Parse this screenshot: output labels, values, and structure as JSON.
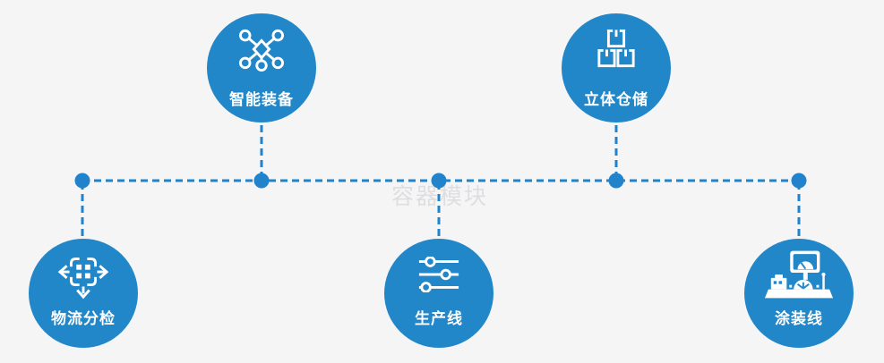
{
  "diagram": {
    "watermark": "容器模块",
    "nodes": [
      {
        "id": "smart-equipment",
        "label": "智能装备",
        "icon": "network-molecule-icon",
        "row": "top"
      },
      {
        "id": "stereo-warehouse",
        "label": "立体仓储",
        "icon": "stacked-boxes-icon",
        "row": "top"
      },
      {
        "id": "logistics-sorting",
        "label": "物流分检",
        "icon": "sort-arrows-grid-icon",
        "row": "bottom"
      },
      {
        "id": "production-line",
        "label": "生产线",
        "icon": "sliders-icon",
        "row": "bottom"
      },
      {
        "id": "painting-line",
        "label": "涂装线",
        "icon": "control-console-icon",
        "row": "bottom"
      }
    ],
    "connections": [
      "horizontal dashed bus between 物流分检 and 涂装线 columns at mid height",
      "智能装备 drops to bus",
      "立体仓储 drops to bus",
      "物流分检 rises to bus",
      "生产线 rises to bus",
      "涂装线 rises to bus"
    ]
  },
  "theme": {
    "background": "#f5f5f6",
    "circle_blue": "#2287c8",
    "connector_blue": "#2183cb",
    "icon_white": "#ffffff",
    "watermark_gray": "#d9d9dc"
  }
}
